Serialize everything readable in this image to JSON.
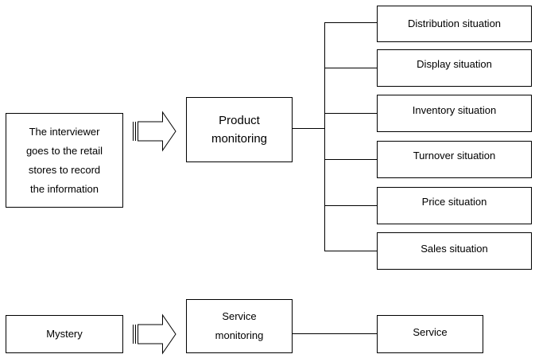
{
  "top_flow": {
    "source": "The interviewer\ngoes to the retail\nstores to record\nthe information",
    "hub": "Product\nmonitoring",
    "outputs": [
      "Distribution situation",
      "Display situation",
      "Inventory situation",
      "Turnover situation",
      "Price situation",
      "Sales situation"
    ]
  },
  "bottom_flow": {
    "source": "Mystery",
    "hub": "Service\nmonitoring",
    "output": "Service"
  }
}
